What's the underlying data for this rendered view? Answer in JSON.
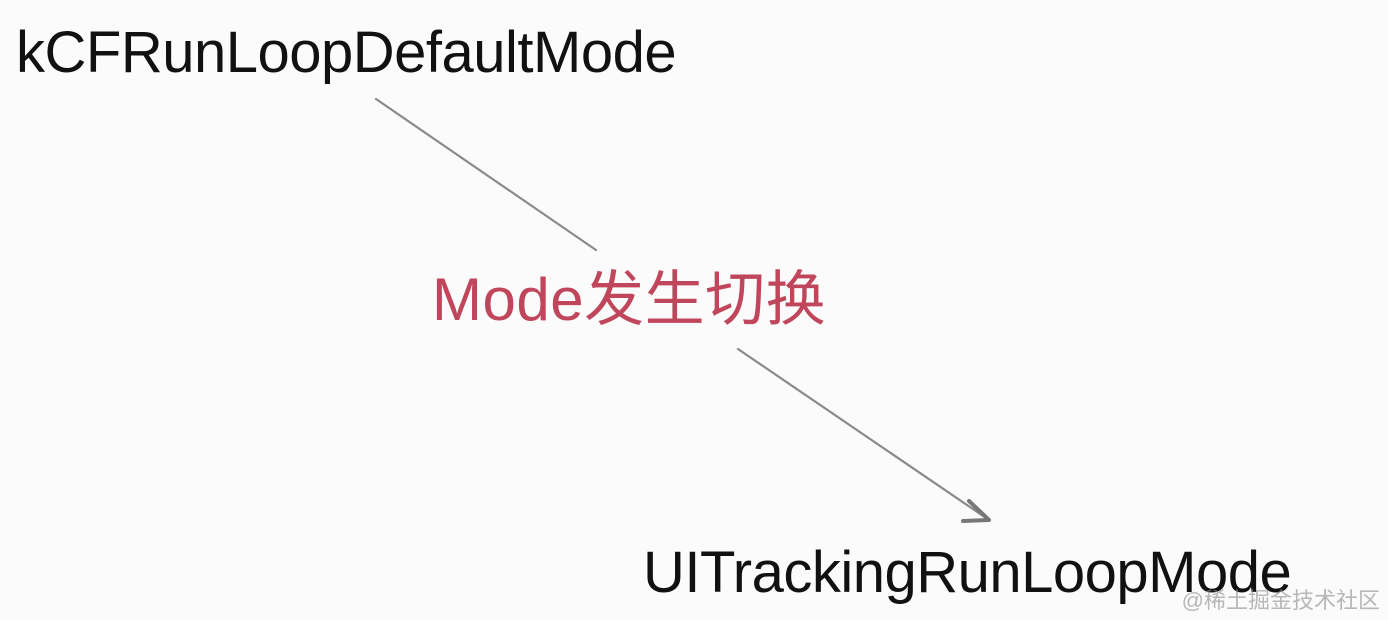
{
  "diagram": {
    "source_mode": "kCFRunLoopDefaultMode",
    "transition_label": "Mode发生切换",
    "target_mode": "UITrackingRunLoopMode"
  },
  "watermark": {
    "text": "@稀土掘金技术社区"
  },
  "colors": {
    "background": "#fbfbfb",
    "text": "#111111",
    "accent": "#c0465c",
    "arrow": "#8a8a8a"
  }
}
